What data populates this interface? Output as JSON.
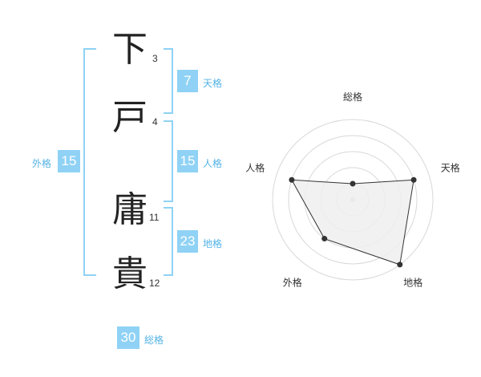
{
  "name": {
    "chars": [
      {
        "char": "下",
        "strokes": "3"
      },
      {
        "char": "戸",
        "strokes": "4"
      },
      {
        "char": "庸",
        "strokes": "11"
      },
      {
        "char": "貴",
        "strokes": "12"
      }
    ]
  },
  "fortune": {
    "tenkaku": {
      "value": "7",
      "label": "天格"
    },
    "jinkaku": {
      "value": "15",
      "label": "人格"
    },
    "chikaku": {
      "value": "23",
      "label": "地格"
    },
    "gaikaku": {
      "value": "15",
      "label": "外格"
    },
    "soukaku": {
      "value": "30",
      "label": "総格"
    }
  },
  "chart_data": {
    "type": "radar",
    "axes": [
      "総格",
      "天格",
      "地格",
      "外格",
      "人格"
    ],
    "values": [
      1,
      4,
      5,
      3,
      4
    ],
    "max": 5,
    "colors": {
      "fill": "#efefef",
      "line": "#333333",
      "grid": "#d8d8d8"
    }
  }
}
